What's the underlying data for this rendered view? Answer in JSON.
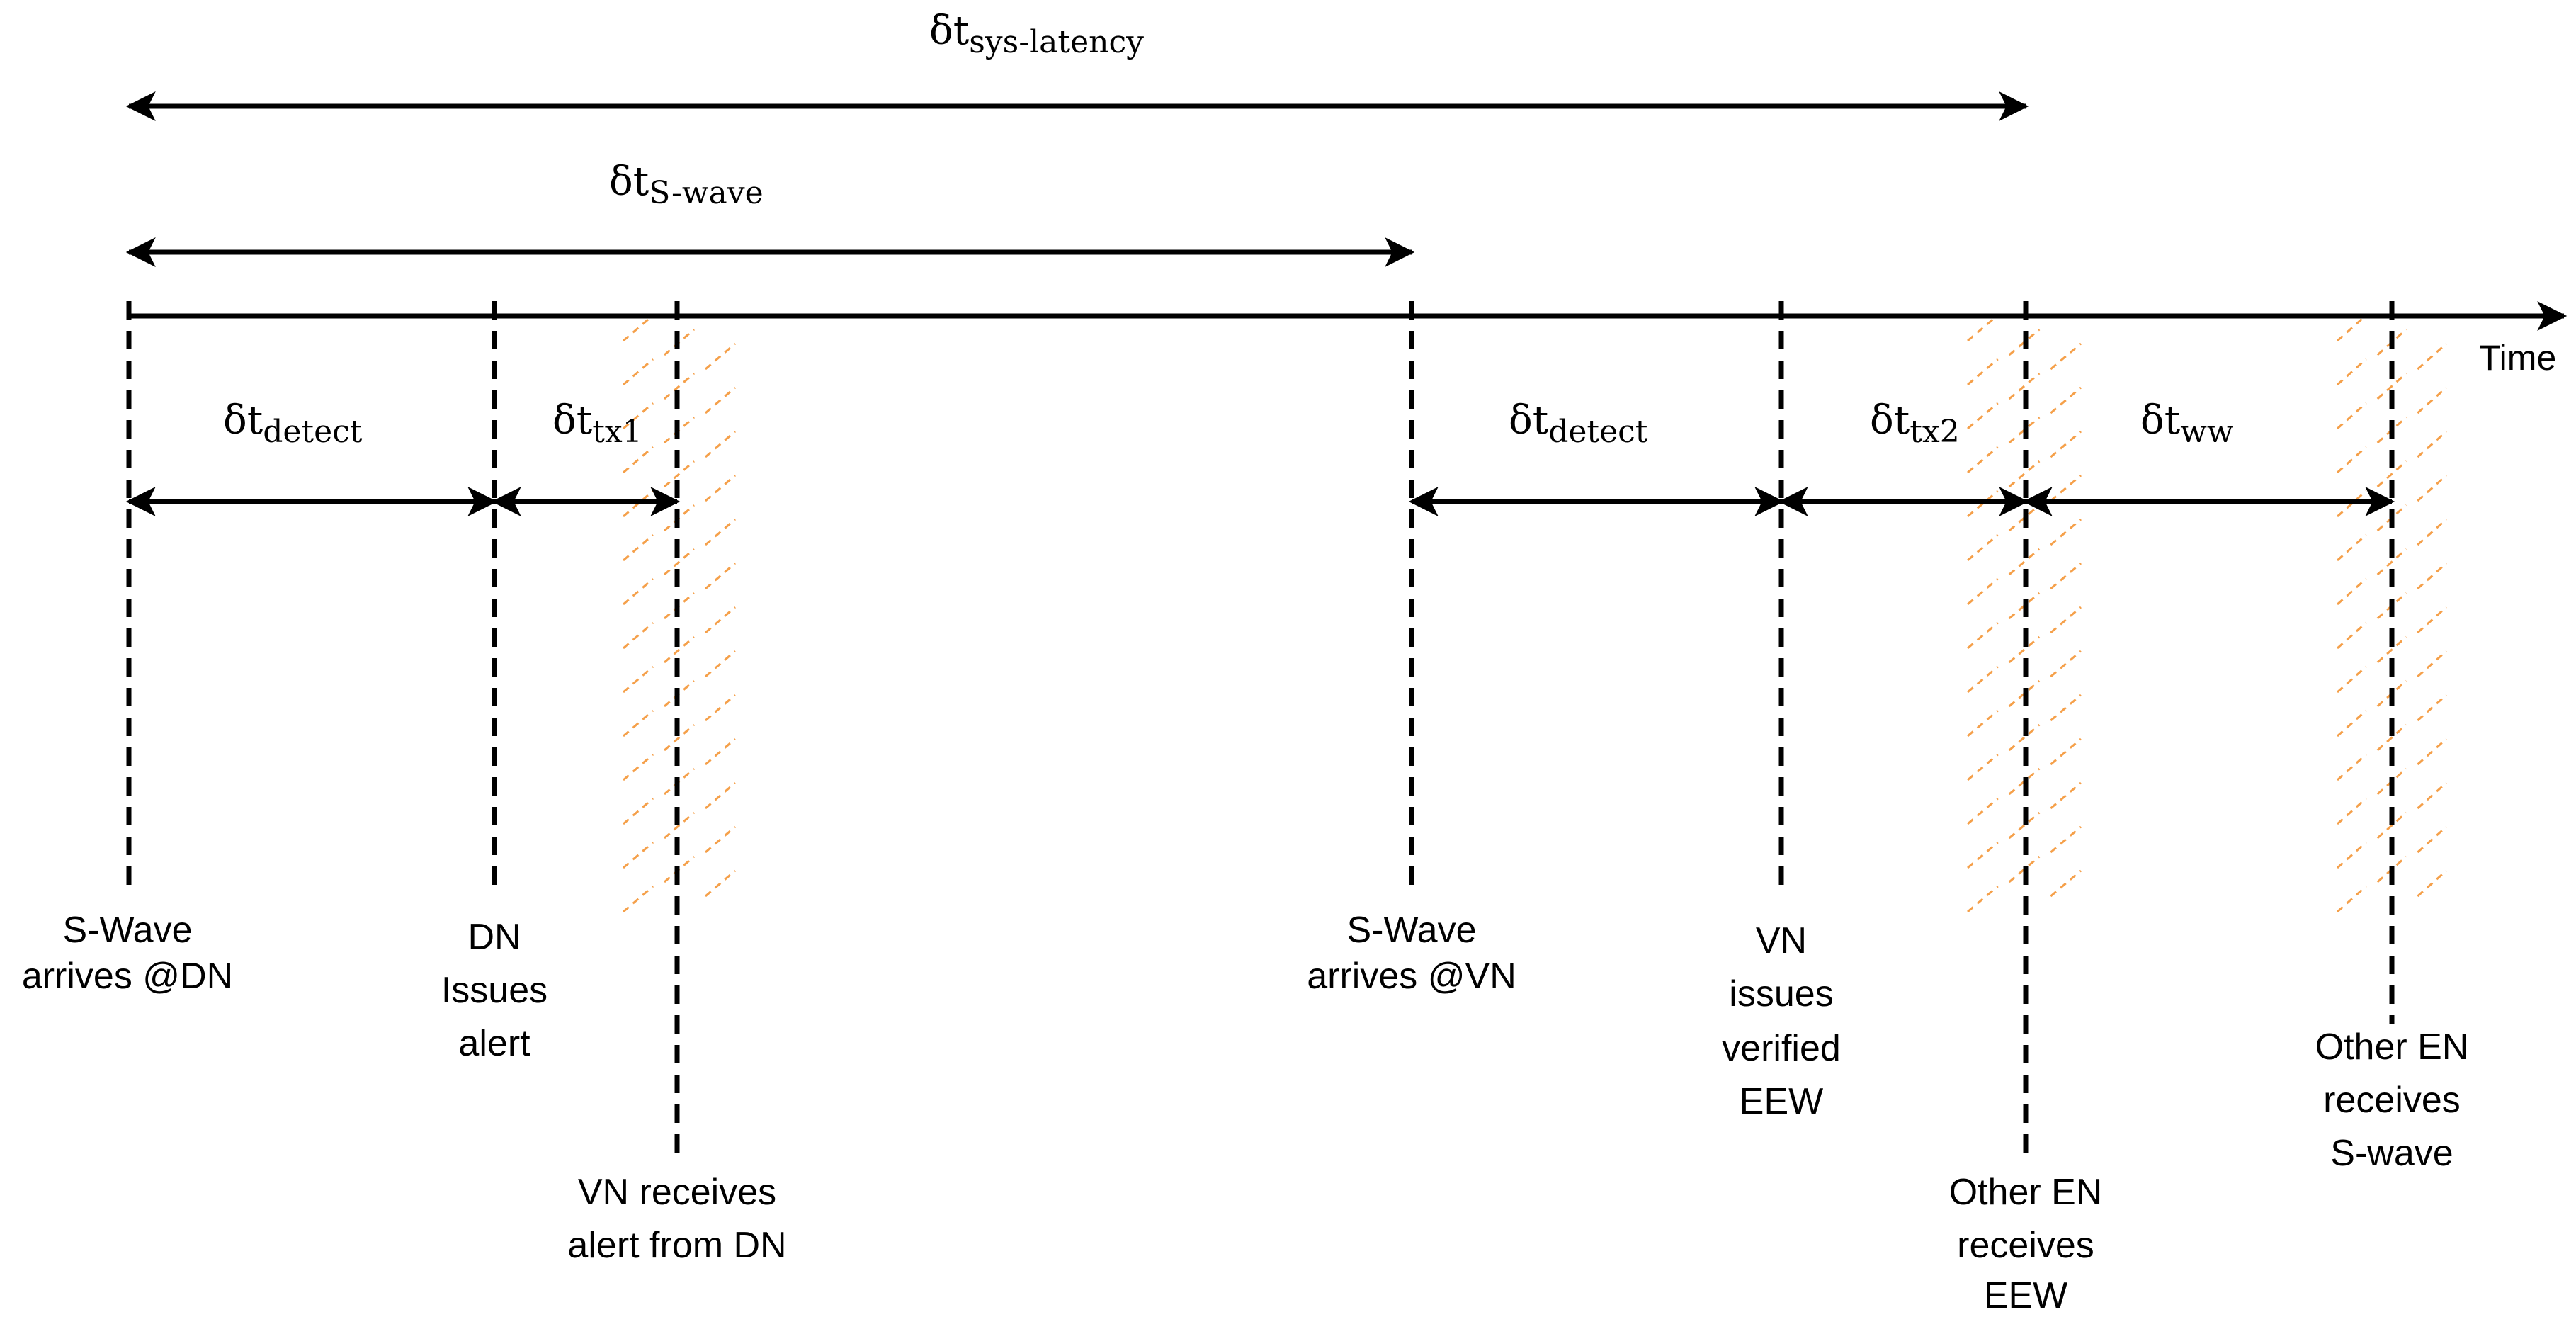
{
  "axis": {
    "title": "Time"
  },
  "delta_symbol": "δt",
  "spans": {
    "sys_latency": {
      "sub": "sys-latency"
    },
    "s_wave": {
      "sub": "S-wave"
    },
    "detect_1": {
      "sub": "detect"
    },
    "tx1": {
      "sub": "tx1"
    },
    "detect_2": {
      "sub": "detect"
    },
    "tx2": {
      "sub": "tx2"
    },
    "ww": {
      "sub": "ww"
    }
  },
  "events": [
    {
      "id": "swave-dn",
      "lines": [
        "S-Wave",
        "arrives @DN"
      ]
    },
    {
      "id": "dn-alert",
      "lines": [
        "DN",
        "Issues",
        "alert"
      ]
    },
    {
      "id": "vn-recv",
      "lines": [
        "VN receives",
        "alert from DN"
      ]
    },
    {
      "id": "swave-vn",
      "lines": [
        "S-Wave",
        "arrives @VN"
      ]
    },
    {
      "id": "vn-eew",
      "lines": [
        "VN",
        "issues",
        "verified",
        "EEW"
      ]
    },
    {
      "id": "en-eew",
      "lines": [
        "Other EN",
        "receives",
        "EEW"
      ]
    },
    {
      "id": "en-swave",
      "lines": [
        "Other EN",
        "receives",
        "S-wave"
      ]
    }
  ],
  "colors": {
    "line": "#000000",
    "hatch": "#f5a04a"
  }
}
